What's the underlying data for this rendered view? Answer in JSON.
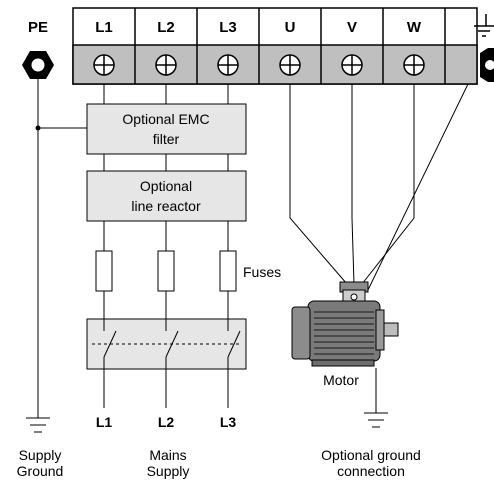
{
  "terminals": {
    "pe": "PE",
    "l1": "L1",
    "l2": "L2",
    "l3": "L3",
    "u": "U",
    "v": "V",
    "w": "W"
  },
  "emc_filter": {
    "line1": "Optional EMC",
    "line2": "filter"
  },
  "line_reactor": {
    "line1": "Optional",
    "line2": "line reactor"
  },
  "fuses_label": "Fuses",
  "motor_label": "Motor",
  "mains_phases": {
    "l1": "L1",
    "l2": "L2",
    "l3": "L3"
  },
  "captions": {
    "supply_ground": {
      "line1": "Supply",
      "line2": "Ground"
    },
    "mains_supply": {
      "line1": "Mains",
      "line2": "Supply"
    },
    "optional_ground": {
      "line1": "Optional ground",
      "line2": "connection"
    }
  }
}
